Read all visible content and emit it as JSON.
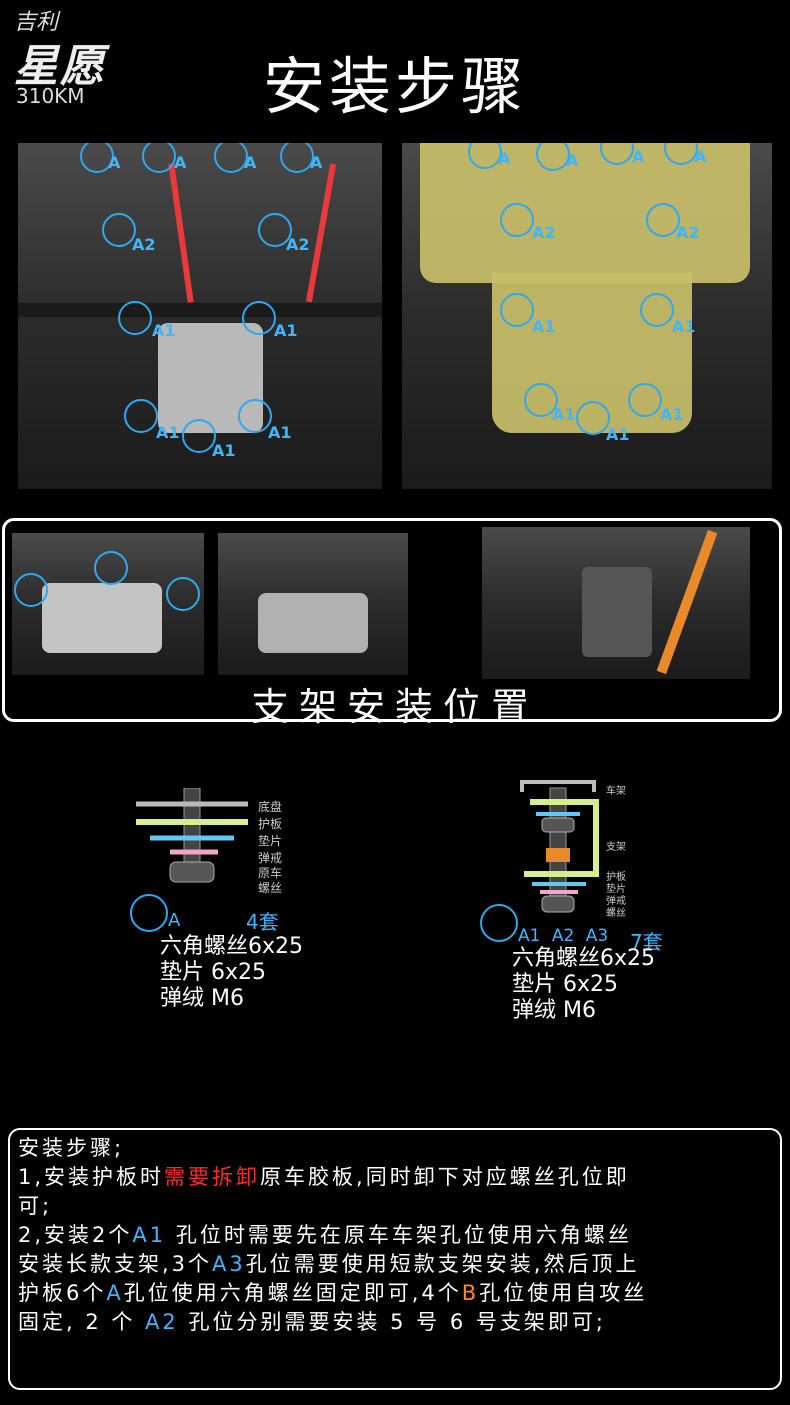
{
  "brand": {
    "name_top": "吉利",
    "name_main": "星愿",
    "range": "310KM"
  },
  "title": "安装步骤",
  "photo_left": {
    "labels": [
      "A",
      "A",
      "A",
      "A",
      "A2",
      "A2",
      "A1",
      "A1",
      "A1",
      "A1",
      "A1"
    ]
  },
  "photo_right": {
    "labels": [
      "A",
      "A",
      "A",
      "A",
      "A2",
      "A2",
      "A1",
      "A1",
      "A1",
      "A1",
      "A1"
    ]
  },
  "bracket_section": {
    "title": "支架安装位置"
  },
  "diagram_a": {
    "layers": [
      "底盘",
      "护板",
      "垫片",
      "弹戒",
      "原车",
      "螺丝"
    ],
    "circle_label": "A",
    "count": "4套",
    "specs": [
      "六角螺丝6x25",
      "垫片 6x25",
      "弹绒 M6"
    ]
  },
  "diagram_b": {
    "layers": [
      "车架",
      "支架",
      "护板",
      "垫片",
      "弹戒",
      "螺丝"
    ],
    "circle_labels": "A1 A2 A3",
    "count": "7套",
    "specs": [
      "六角螺丝6x25",
      "垫片 6x25",
      "弹绒 M6"
    ]
  },
  "steps": {
    "heading": "安装步骤;",
    "l1a": "1,安装护板时",
    "l1red": "需要拆卸",
    "l1b": "原车胶板,同时卸下对应螺丝孔位即",
    "l2": "可;",
    "l3a": "2,安装2个",
    "l3blue": "A1",
    "l3b": " 孔位时需要先在原车车架孔位使用六角螺丝",
    "l4a": "安装长款支架,3个",
    "l4blue": "A3",
    "l4b": "孔位需要使用短款支架安装,然后顶上",
    "l5a": "护板6个",
    "l5blue": "A",
    "l5b": "孔位使用六角螺丝固定即可,4个",
    "l5orange": "B",
    "l5c": "孔位使用自攻丝",
    "l6a": "固定, 2 个 ",
    "l6blue": "A2",
    "l6b": " 孔位分别需要安装 5 号 6 号支架即可;"
  },
  "colors": {
    "accent_blue": "#3fb6ff",
    "warn_red": "#ff2a2a",
    "b_orange": "#ff8a2a",
    "plate": "#c9bf6a"
  }
}
